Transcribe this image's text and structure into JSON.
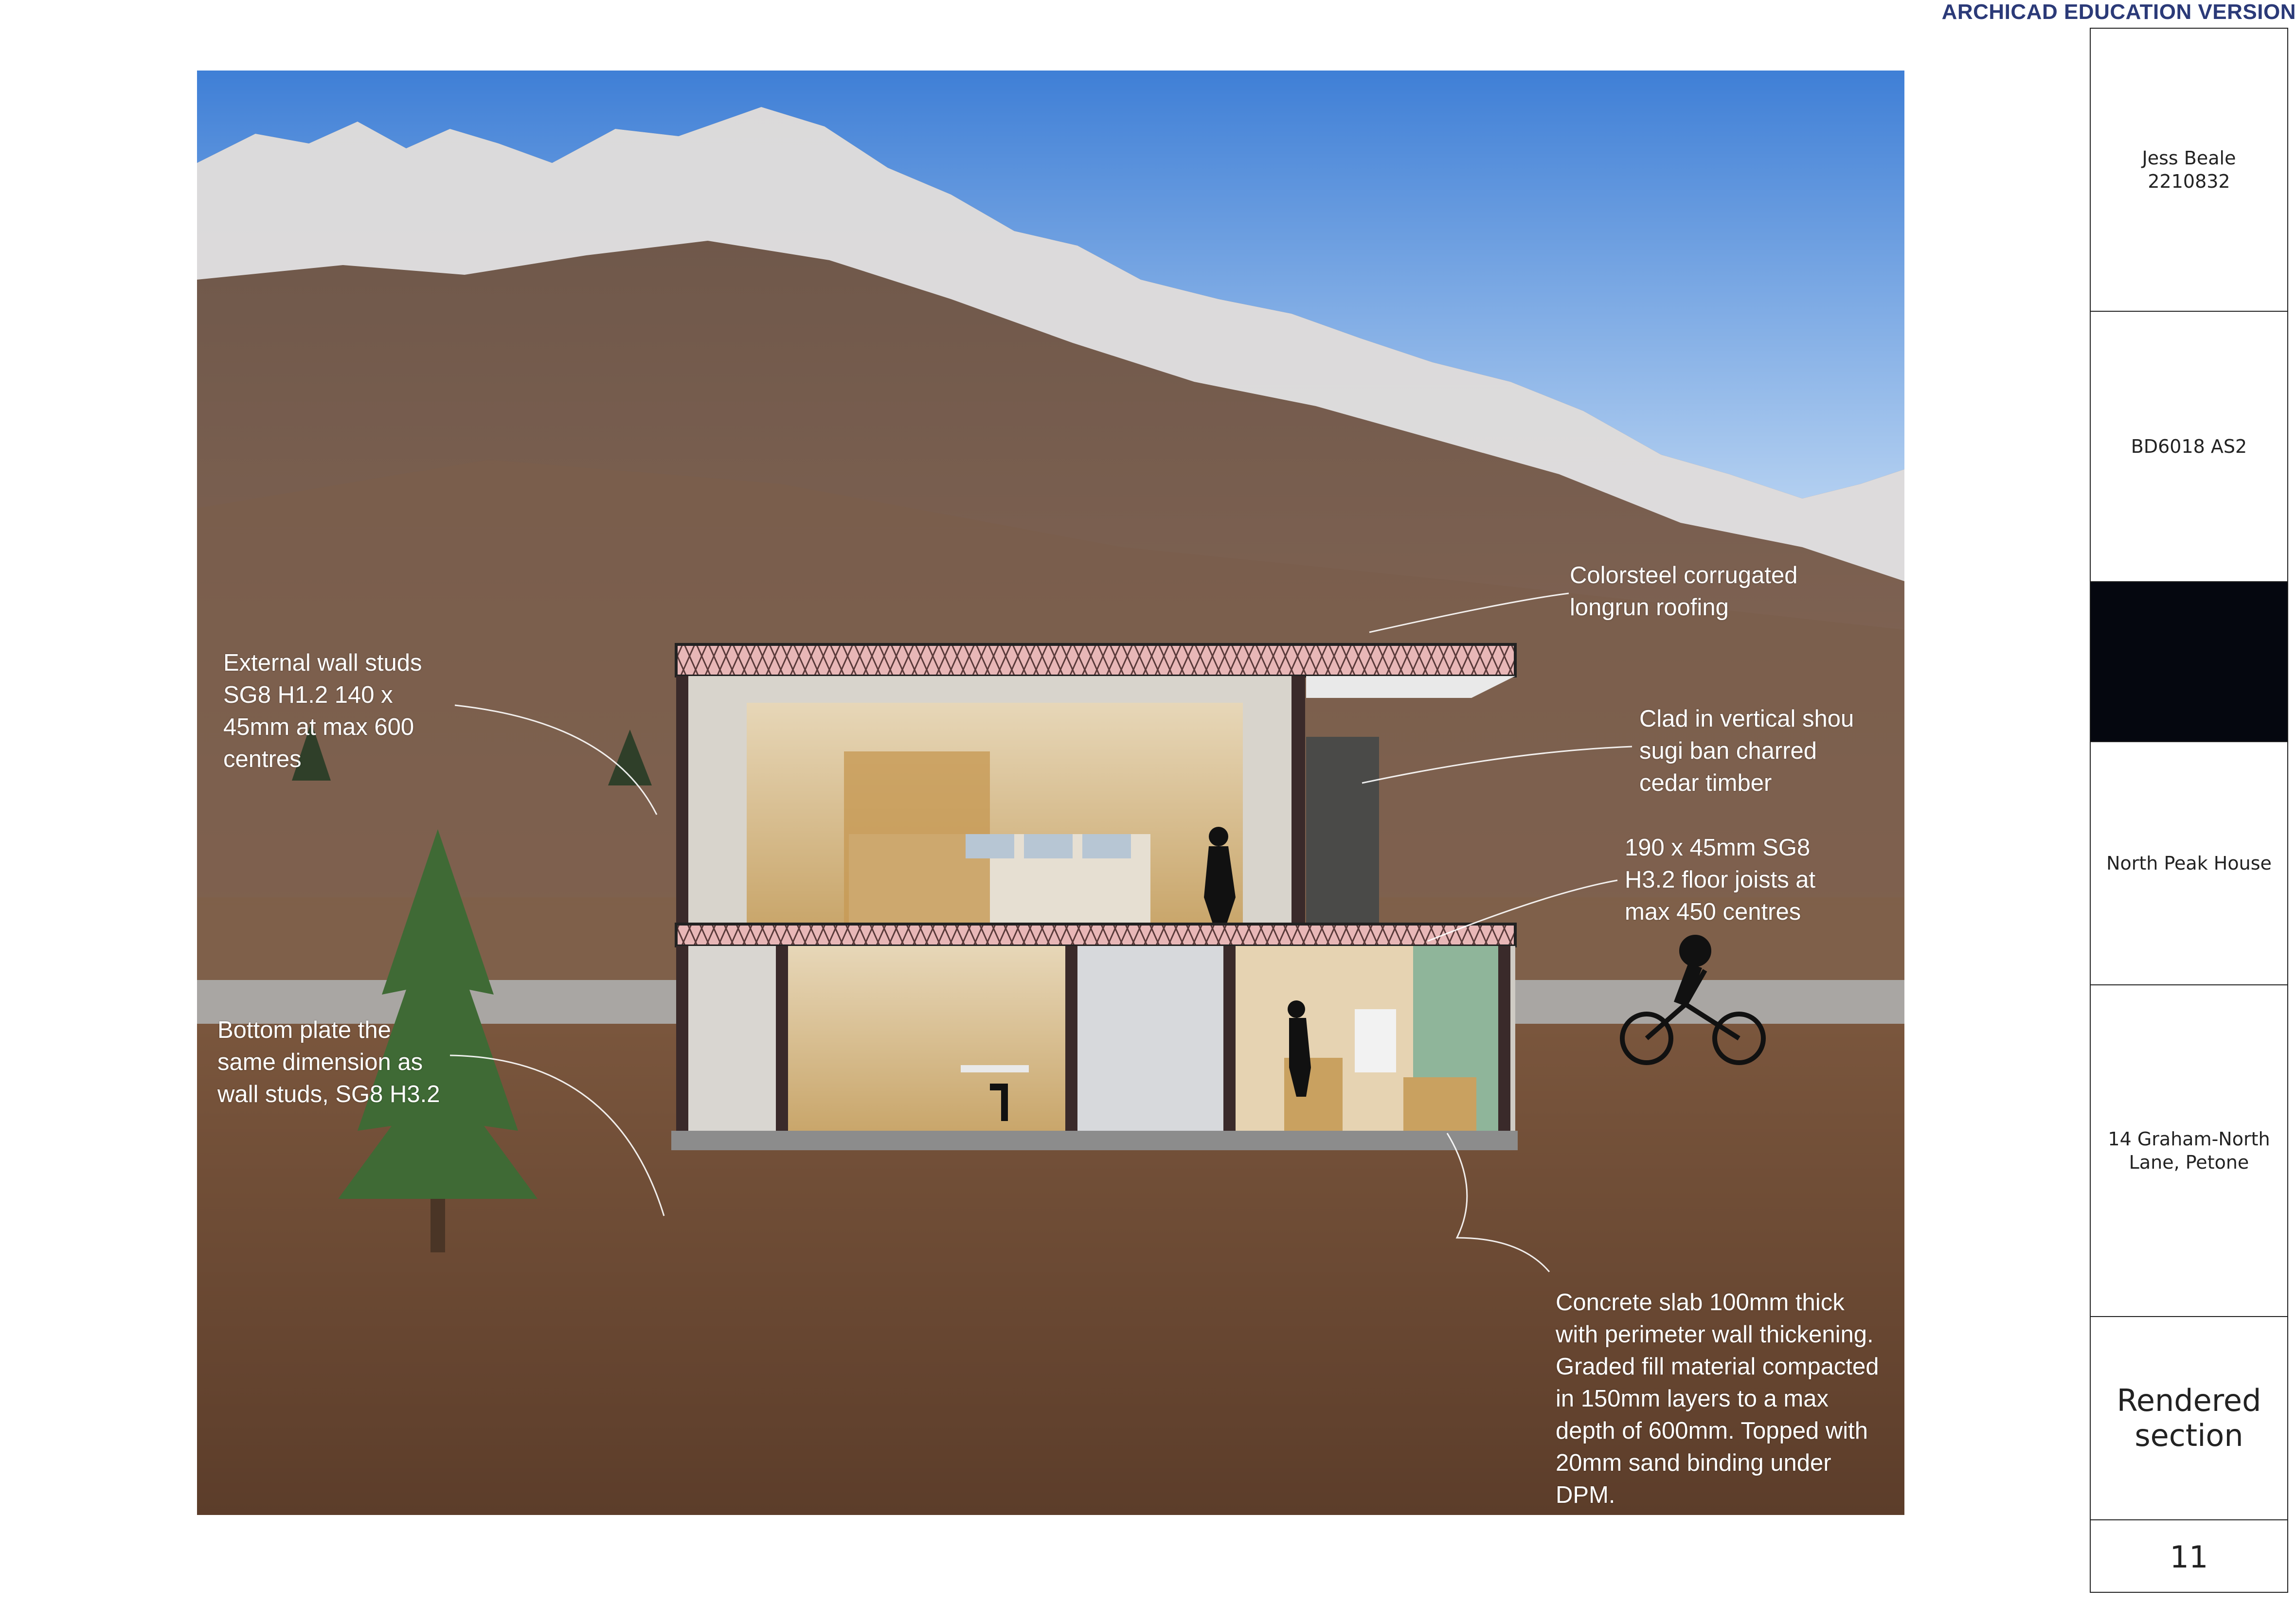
{
  "watermark": "ARCHICAD EDUCATION VERSION",
  "title_block": {
    "author": "Jess Beale\n2210832",
    "course": "BD6018 AS2",
    "project": "North Peak House",
    "address": "14 Graham-North\nLane, Petone",
    "drawing_title": "Rendered\nsection",
    "sheet_number": "11"
  },
  "annotations": {
    "roofing": "Colorsteel corrugated\nlongrun roofing",
    "external_wall": "External wall studs\nSG8 H1.2 140 x\n45mm at max 600\ncentres",
    "cladding": "Clad in vertical shou\nsugi ban charred\ncedar timber",
    "floor_joists": "190 x 45mm SG8\nH3.2 floor joists at\nmax 450 centres",
    "bottom_plate": "Bottom plate the\nsame dimension as\nwall studs, SG8 H3.2",
    "slab": "Concrete slab 100mm thick\nwith perimeter wall thickening.\nGraded fill material compacted\nin 150mm layers to a max\ndepth of 600mm. Topped with\n20mm sand binding under\nDPM."
  },
  "colors": {
    "sky_top": "#3f7fd6",
    "sky_bottom": "#cfe3f7",
    "ground": "#6e4a33",
    "title_block_black": "#05070f",
    "watermark": "#2b3a78"
  },
  "icons": [
    "mountain-range",
    "pine-tree-icon",
    "cyclist-icon",
    "person-silhouette-icon"
  ]
}
